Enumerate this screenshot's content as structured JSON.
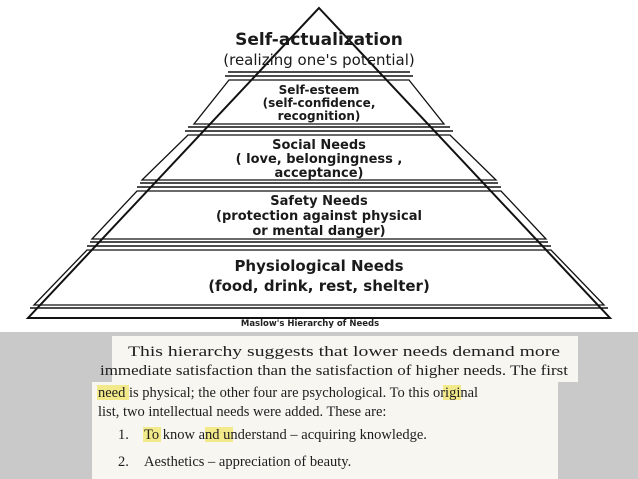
{
  "pyramid": {
    "levels": [
      {
        "title": "Self-actualization",
        "lines": [
          "(realizing one's potential)"
        ]
      },
      {
        "title": "Self-esteem",
        "lines": [
          "(self-confidence,",
          "recognition)"
        ]
      },
      {
        "title": "Social Needs",
        "lines": [
          "( love, belongingness ,",
          "acceptance)"
        ]
      },
      {
        "title": "Safety Needs",
        "lines": [
          "(protection against physical",
          "or mental danger)"
        ]
      },
      {
        "title": "Physiological Needs",
        "lines": [
          "(food, drink, rest, shelter)"
        ]
      }
    ],
    "caption": "Maslow's Hierarchy of Needs"
  },
  "text_block": {
    "line1": "This hierarchy suggests that lower needs demand more",
    "line2": "immediate satisfaction than the satisfaction of higher needs. The first",
    "line3_parts": [
      "need",
      " is physical; the other four are psychological. ",
      "To",
      " this original"
    ],
    "line4": "list, two intellectual needs were added. These are:",
    "list_items": [
      {
        "number": "1.",
        "parts": [
          "To",
          " know ",
          "and",
          " understand – acquiring knowledge."
        ]
      },
      {
        "number": "2.",
        "parts": [
          "Aesthetics – appreciation of beauty."
        ]
      }
    ],
    "highlight_color": "#f2ea8a"
  }
}
